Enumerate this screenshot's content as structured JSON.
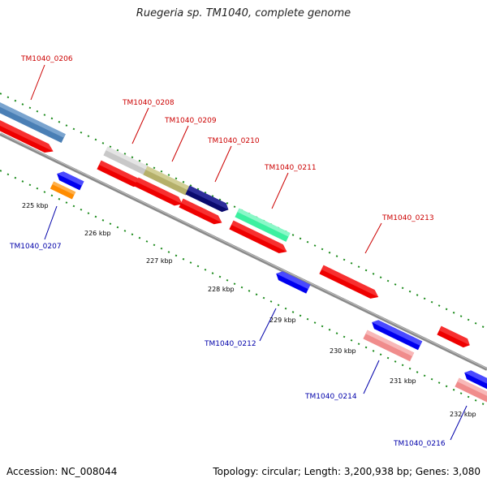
{
  "title": "Ruegeria sp. TM1040, complete genome",
  "accession": "Accession: NC_008044",
  "summary": "Topology: circular; Length: 3,200,938 bp; Genes: 3,080",
  "ticks": [
    "225 kbp",
    "226 kbp",
    "227 kbp",
    "228 kbp",
    "229 kbp",
    "230 kbp",
    "231 kbp",
    "232 kbp"
  ],
  "colors": {
    "forward_label": "#cc0000",
    "reverse_label": "#0000aa",
    "backbone": "#888888",
    "tick": "#1a8a1a"
  },
  "genes": [
    {
      "id": "TM1040_0206",
      "label": "TM1040_0206",
      "color": "#4a7fb5",
      "strand": "forward"
    },
    {
      "id": "TM1040_0207",
      "label": "TM1040_0207",
      "color": "#ff8c00",
      "strand": "reverse"
    },
    {
      "id": "TM1040_0208",
      "label": "TM1040_0208",
      "color": "#c8c8c8",
      "strand": "forward"
    },
    {
      "id": "TM1040_0209",
      "label": "TM1040_0209",
      "color": "#b5b06a",
      "strand": "forward"
    },
    {
      "id": "TM1040_0210",
      "label": "TM1040_0210",
      "color": "#0a0a6e",
      "strand": "forward"
    },
    {
      "id": "TM1040_0211",
      "label": "TM1040_0211",
      "color": "#3cf0a0",
      "strand": "forward"
    },
    {
      "id": "TM1040_0212",
      "label": "TM1040_0212",
      "color": "#0000ee",
      "strand": "reverse"
    },
    {
      "id": "TM1040_0213",
      "label": "TM1040_0213",
      "color": "#ee0000",
      "strand": "forward"
    },
    {
      "id": "TM1040_0214",
      "label": "TM1040_0214",
      "color": "#0000ee",
      "strand": "reverse"
    },
    {
      "id": "TM1040_0216",
      "label": "TM1040_0216",
      "color": "#f08c8c",
      "strand": "reverse"
    }
  ]
}
